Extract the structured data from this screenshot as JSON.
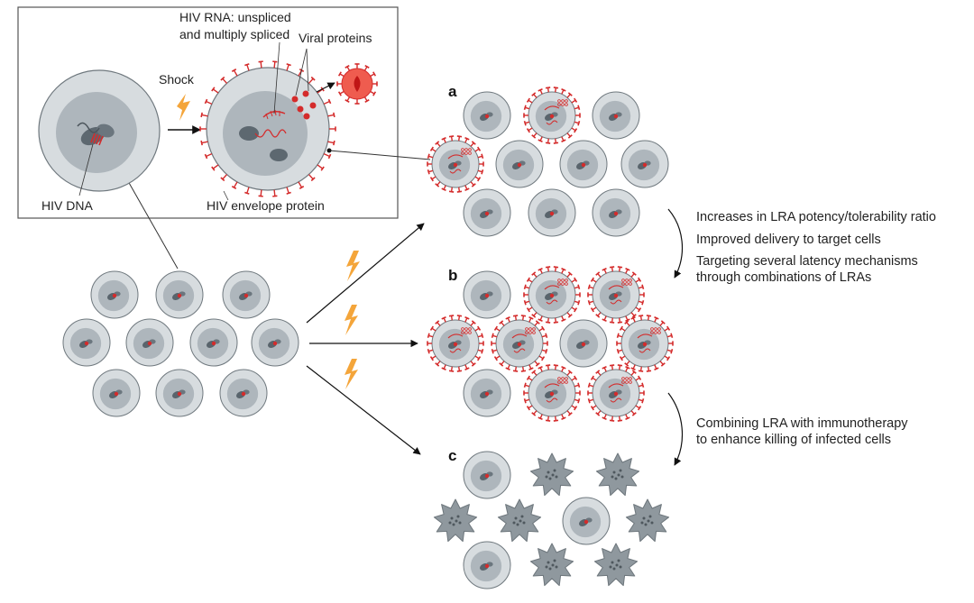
{
  "inset": {
    "rna_label_line1": "HIV RNA: unspliced",
    "rna_label_line2": "and multiply spliced",
    "viral_proteins_label": "Viral proteins",
    "shock_label": "Shock",
    "dna_label": "HIV DNA",
    "envelope_label": "HIV envelope protein"
  },
  "panels": {
    "a": "a",
    "b": "b",
    "c": "c"
  },
  "notes_ab": {
    "line1": "Increases in LRA potency/tolerability ratio",
    "line2": "Improved delivery to target cells",
    "line3": "Targeting several latency mechanisms",
    "line4": "through combinations of LRAs"
  },
  "notes_bc": {
    "line1": "Combining LRA with immunotherapy",
    "line2": "to enhance killing of infected cells"
  },
  "colors": {
    "cell_outer": "#d7dcdf",
    "cell_nucleus": "#aeb6bc",
    "cell_stroke": "#6f787e",
    "envelope_red": "#d42b2b",
    "lightning": "#f4a53a",
    "dead_cell": "#8f989e"
  },
  "icons": {
    "shock": "lightning-bolt-icon",
    "virion": "virion-icon",
    "dead_cell": "apoptotic-cell-icon"
  }
}
